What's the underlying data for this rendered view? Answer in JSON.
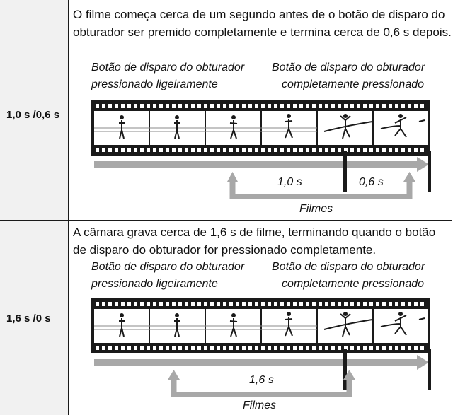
{
  "rows": [
    {
      "label": "1,0 s /0,6 s",
      "description": "O filme começa cerca de um segundo antes de o botão de disparo do obturador ser premido completamente e termina cerca de 0,6 s depois.",
      "caption_left_1": "Botão de disparo do obturador",
      "caption_left_2": "pressionado ligeiramente",
      "caption_right_1": "Botão de disparo do obturador",
      "caption_right_2": "completamente pressionado",
      "time_a": "1,0 s",
      "time_b": "0,6 s",
      "bottom_label": "Filmes"
    },
    {
      "label": "1,6 s /0 s",
      "description": "A câmara grava cerca de 1,6 s de filme, terminando quando o botão de disparo do obturador for pressionado completamente.",
      "caption_left_1": "Botão de disparo do obturador",
      "caption_left_2": "pressionado ligeiramente",
      "caption_right_1": "Botão de disparo do obturador",
      "caption_right_2": "completamente pressionado",
      "time_a": "1,6 s",
      "bottom_label": "Filmes"
    }
  ],
  "colors": {
    "film": "#1a1a1a",
    "bar": "#a8a8a8",
    "shade": "#f1f1f1"
  }
}
